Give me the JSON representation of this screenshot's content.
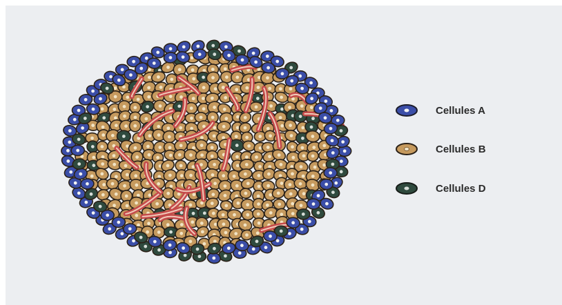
{
  "legend": {
    "items": [
      {
        "label": "Cellules A",
        "icon": "blue-cell-icon",
        "fill": "#3b4ea8",
        "nucleus": "#f3f3f3"
      },
      {
        "label": "Cellules B",
        "icon": "tan-cell-icon",
        "fill": "#c69a5e",
        "nucleus": "#f1e4c6"
      },
      {
        "label": "Cellules D",
        "icon": "dark-green-cell-icon",
        "fill": "#2f4a3e",
        "nucleus": "#d6ddd8"
      }
    ]
  },
  "colors": {
    "background": "#eceef1",
    "cell_outline": "#2a2118",
    "capillary": "#c44a4a",
    "capillary_highlight": "#f0c9b8"
  }
}
